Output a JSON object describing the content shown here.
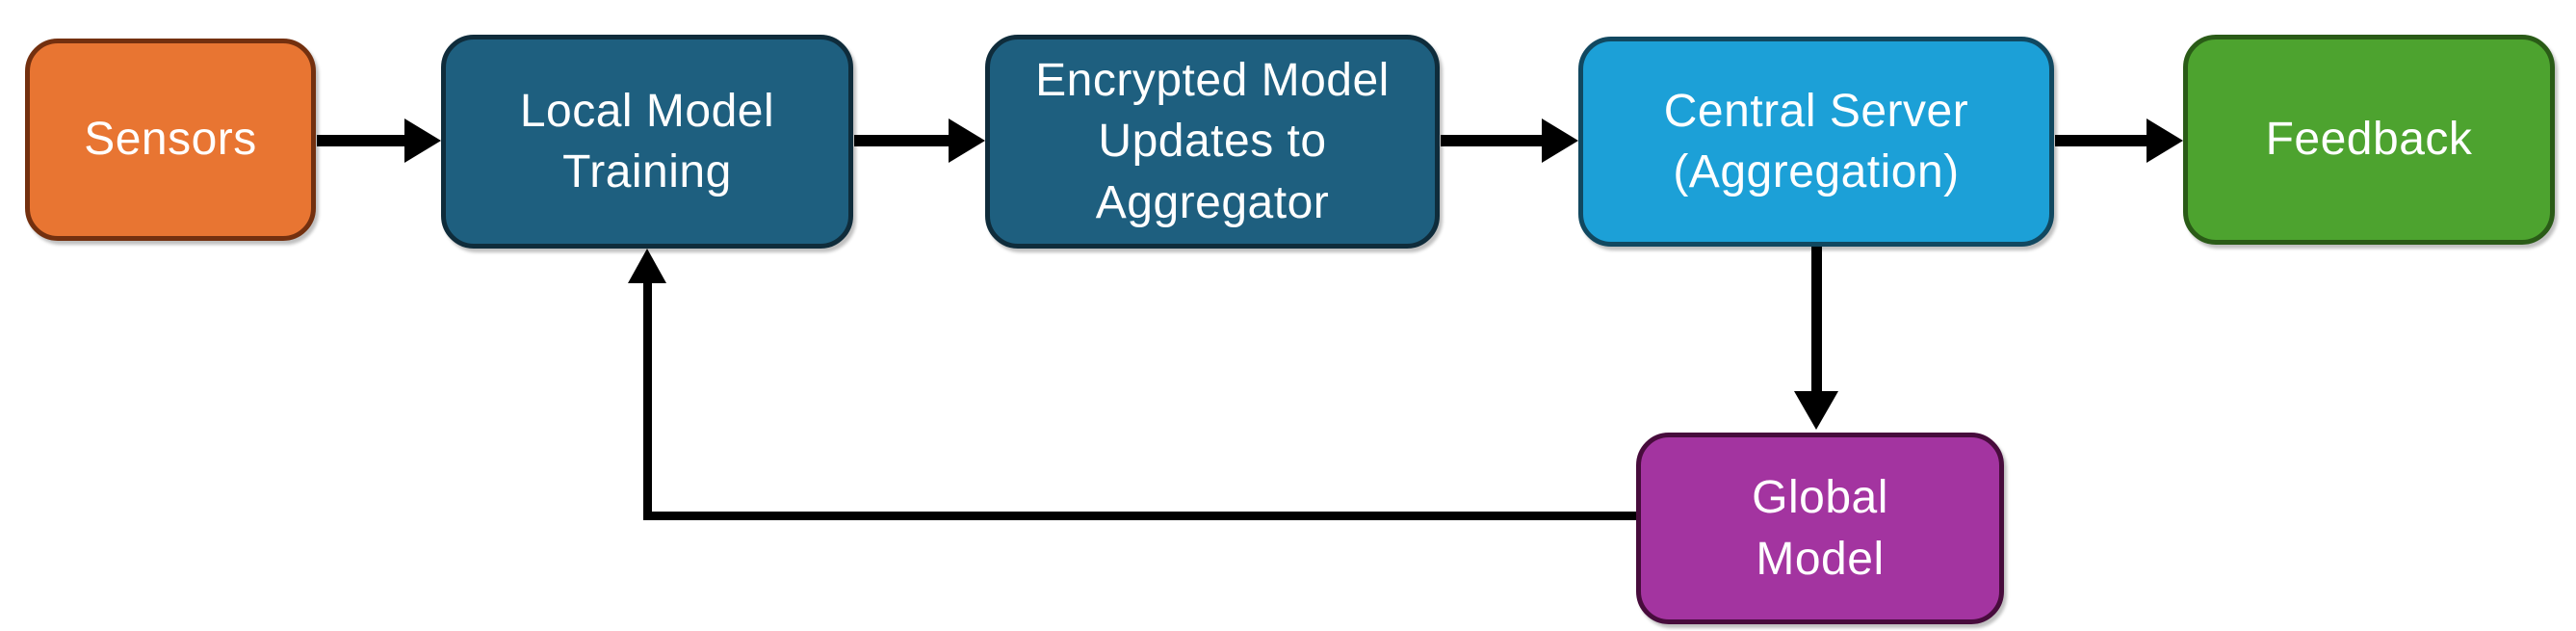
{
  "diagram": {
    "type": "flowchart",
    "background": "#FFFFFF",
    "arrow_color": "#000000",
    "text_color": "#FFFFFF",
    "nodes": [
      {
        "id": "sensors",
        "label": "Sensors",
        "fill": "#E87532",
        "border": "#73300F"
      },
      {
        "id": "local-model-training",
        "label": "Local Model\nTraining",
        "fill": "#1E5F7F",
        "border": "#0F2C3B"
      },
      {
        "id": "encrypted-model-updates",
        "label": "Encrypted Model\nUpdates to\nAggregator",
        "fill": "#1E5F7F",
        "border": "#0F2C3B"
      },
      {
        "id": "central-server",
        "label": "Central Server\n(Aggregation)",
        "fill": "#1CA0D7",
        "border": "#114860"
      },
      {
        "id": "feedback",
        "label": "Feedback",
        "fill": "#4DA32F",
        "border": "#2A5B17"
      },
      {
        "id": "global-model",
        "label": "Global\nModel",
        "fill": "#A334A0",
        "border": "#470C3C"
      }
    ],
    "edges": [
      {
        "from": "Sensors",
        "to": "Local Model Training"
      },
      {
        "from": "Local Model Training",
        "to": "Encrypted Model Updates to Aggregator"
      },
      {
        "from": "Encrypted Model Updates to Aggregator",
        "to": "Central Server (Aggregation)"
      },
      {
        "from": "Central Server (Aggregation)",
        "to": "Feedback"
      },
      {
        "from": "Central Server (Aggregation)",
        "to": "Global Model"
      },
      {
        "from": "Global Model",
        "to": "Local Model Training"
      }
    ]
  }
}
